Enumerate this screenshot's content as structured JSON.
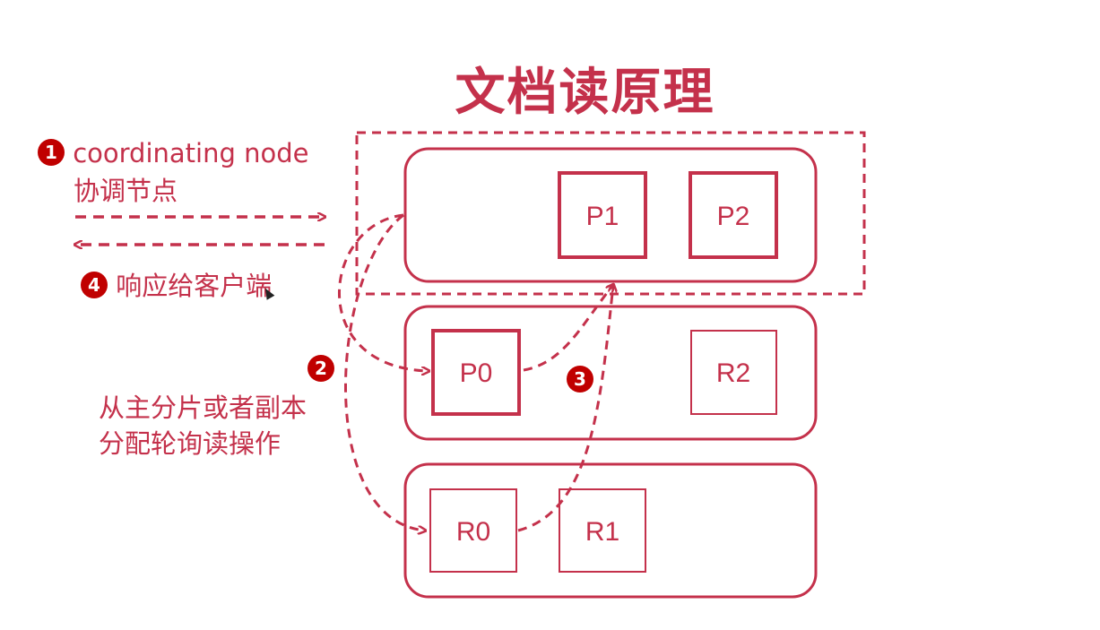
{
  "title": "文档读原理",
  "steps": {
    "step1": {
      "number": "1",
      "line1": "coordinating node",
      "line2": "协调节点"
    },
    "step2": {
      "number": "2",
      "line1": "从主分片或者副本",
      "line2": "分配轮询读操作"
    },
    "step3": {
      "number": "3"
    },
    "step4": {
      "number": "4",
      "text": "响应给客户端"
    }
  },
  "nodes": [
    {
      "shards": [
        {
          "label": "P1",
          "primary": true
        },
        {
          "label": "P2",
          "primary": true
        }
      ]
    },
    {
      "shards": [
        {
          "label": "P0",
          "primary": true
        },
        {
          "label": "R2",
          "primary": false
        }
      ]
    },
    {
      "shards": [
        {
          "label": "R0",
          "primary": false
        },
        {
          "label": "R1",
          "primary": false
        }
      ]
    }
  ],
  "colors": {
    "accent": "#c4314b",
    "badge": "#c00000"
  }
}
